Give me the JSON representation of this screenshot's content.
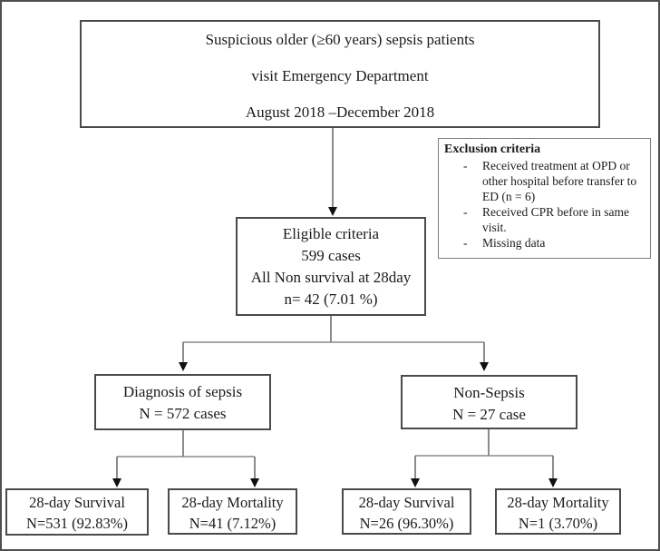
{
  "diagram": {
    "top_box": {
      "lines": [
        "Suspicious older (≥60 years) sepsis patients",
        "visit Emergency Department",
        "August 2018 –December 2018"
      ]
    },
    "exclusion_box": {
      "title": "Exclusion criteria",
      "marker": "-",
      "items": [
        "Received treatment at OPD or other hospital before transfer to ED (n = 6)",
        "Received CPR before in same visit.",
        "Missing data"
      ]
    },
    "eligible_box": {
      "lines": [
        "Eligible criteria",
        "599 cases",
        "All Non survival at 28day",
        "n= 42 (7.01 %)"
      ]
    },
    "sepsis_box": {
      "lines": [
        "Diagnosis of sepsis",
        "N = 572 cases"
      ]
    },
    "nonsepsis_box": {
      "lines": [
        "Non-Sepsis",
        "N = 27 case"
      ]
    },
    "outcomes": [
      {
        "lines": [
          "28-day Survival",
          "N=531 (92.83%)"
        ]
      },
      {
        "lines": [
          "28-day Mortality",
          "N=41 (7.12%)"
        ]
      },
      {
        "lines": [
          "28-day Survival",
          "N=26 (96.30%)"
        ]
      },
      {
        "lines": [
          "28-day Mortality",
          "N=1 (3.70%)"
        ]
      }
    ],
    "colors": {
      "box_border": "#4a4a4a",
      "exclusion_border": "#7d7d7d",
      "vertical_line": "#4d4d4d",
      "horizontal_line": "#8a8a8a",
      "arrowhead": "#111111",
      "text": "#1b1b1b",
      "background": "#ffffff"
    }
  }
}
